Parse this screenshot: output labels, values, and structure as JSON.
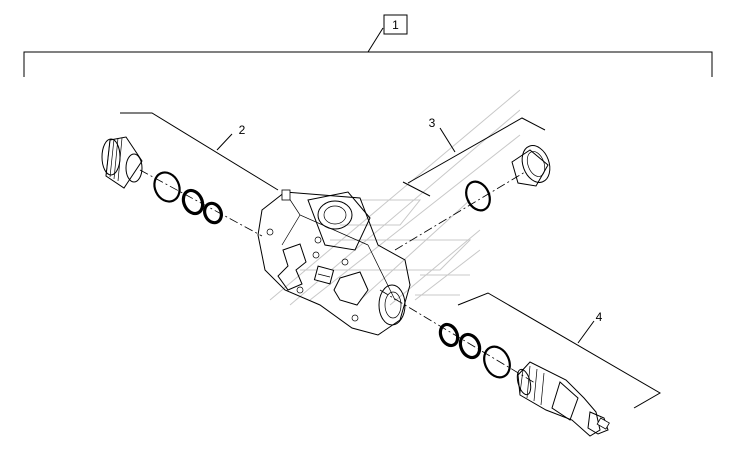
{
  "callouts": {
    "assembly": "1",
    "part_2": "2",
    "part_3": "3",
    "part_4": "4"
  },
  "colors": {
    "line": "#000000",
    "watermark": "#c8c8c8",
    "body_fill": "#f4f4f4"
  },
  "icons": {
    "watermark": "logo-watermark-icon"
  }
}
